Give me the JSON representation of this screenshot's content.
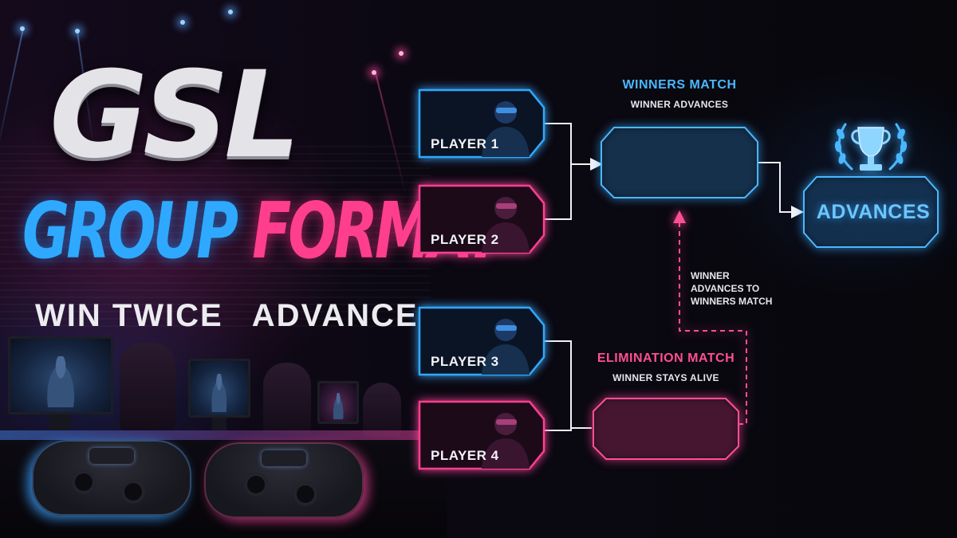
{
  "title": {
    "main": "GSL",
    "line2_part1": "GROUP",
    "line2_part2": "FORMAT",
    "tagline_part1": "WIN TWICE",
    "tagline_part2": "ADVANCE"
  },
  "players": [
    {
      "label": "PLAYER 1",
      "color": "#2ea9ff"
    },
    {
      "label": "PLAYER 2",
      "color": "#ff3f8e"
    },
    {
      "label": "PLAYER 3",
      "color": "#2ea9ff"
    },
    {
      "label": "PLAYER 4",
      "color": "#ff3f8e"
    }
  ],
  "winners_match": {
    "title": "WINNERS MATCH",
    "subtitle": "WINNER ADVANCES",
    "color": "#49b8ff"
  },
  "elimination_match": {
    "title": "ELIMINATION MATCH",
    "subtitle": "WINNER STAYS ALIVE",
    "color": "#ff4f93"
  },
  "advance_note": [
    "WINNER",
    "ADVANCES TO",
    "WINNERS MATCH"
  ],
  "advances": {
    "label": "ADVANCES",
    "icon": "trophy-icon"
  },
  "colors": {
    "accent_blue": "#2ea9ff",
    "accent_pink": "#ff3f8e",
    "background": "#07060c"
  }
}
